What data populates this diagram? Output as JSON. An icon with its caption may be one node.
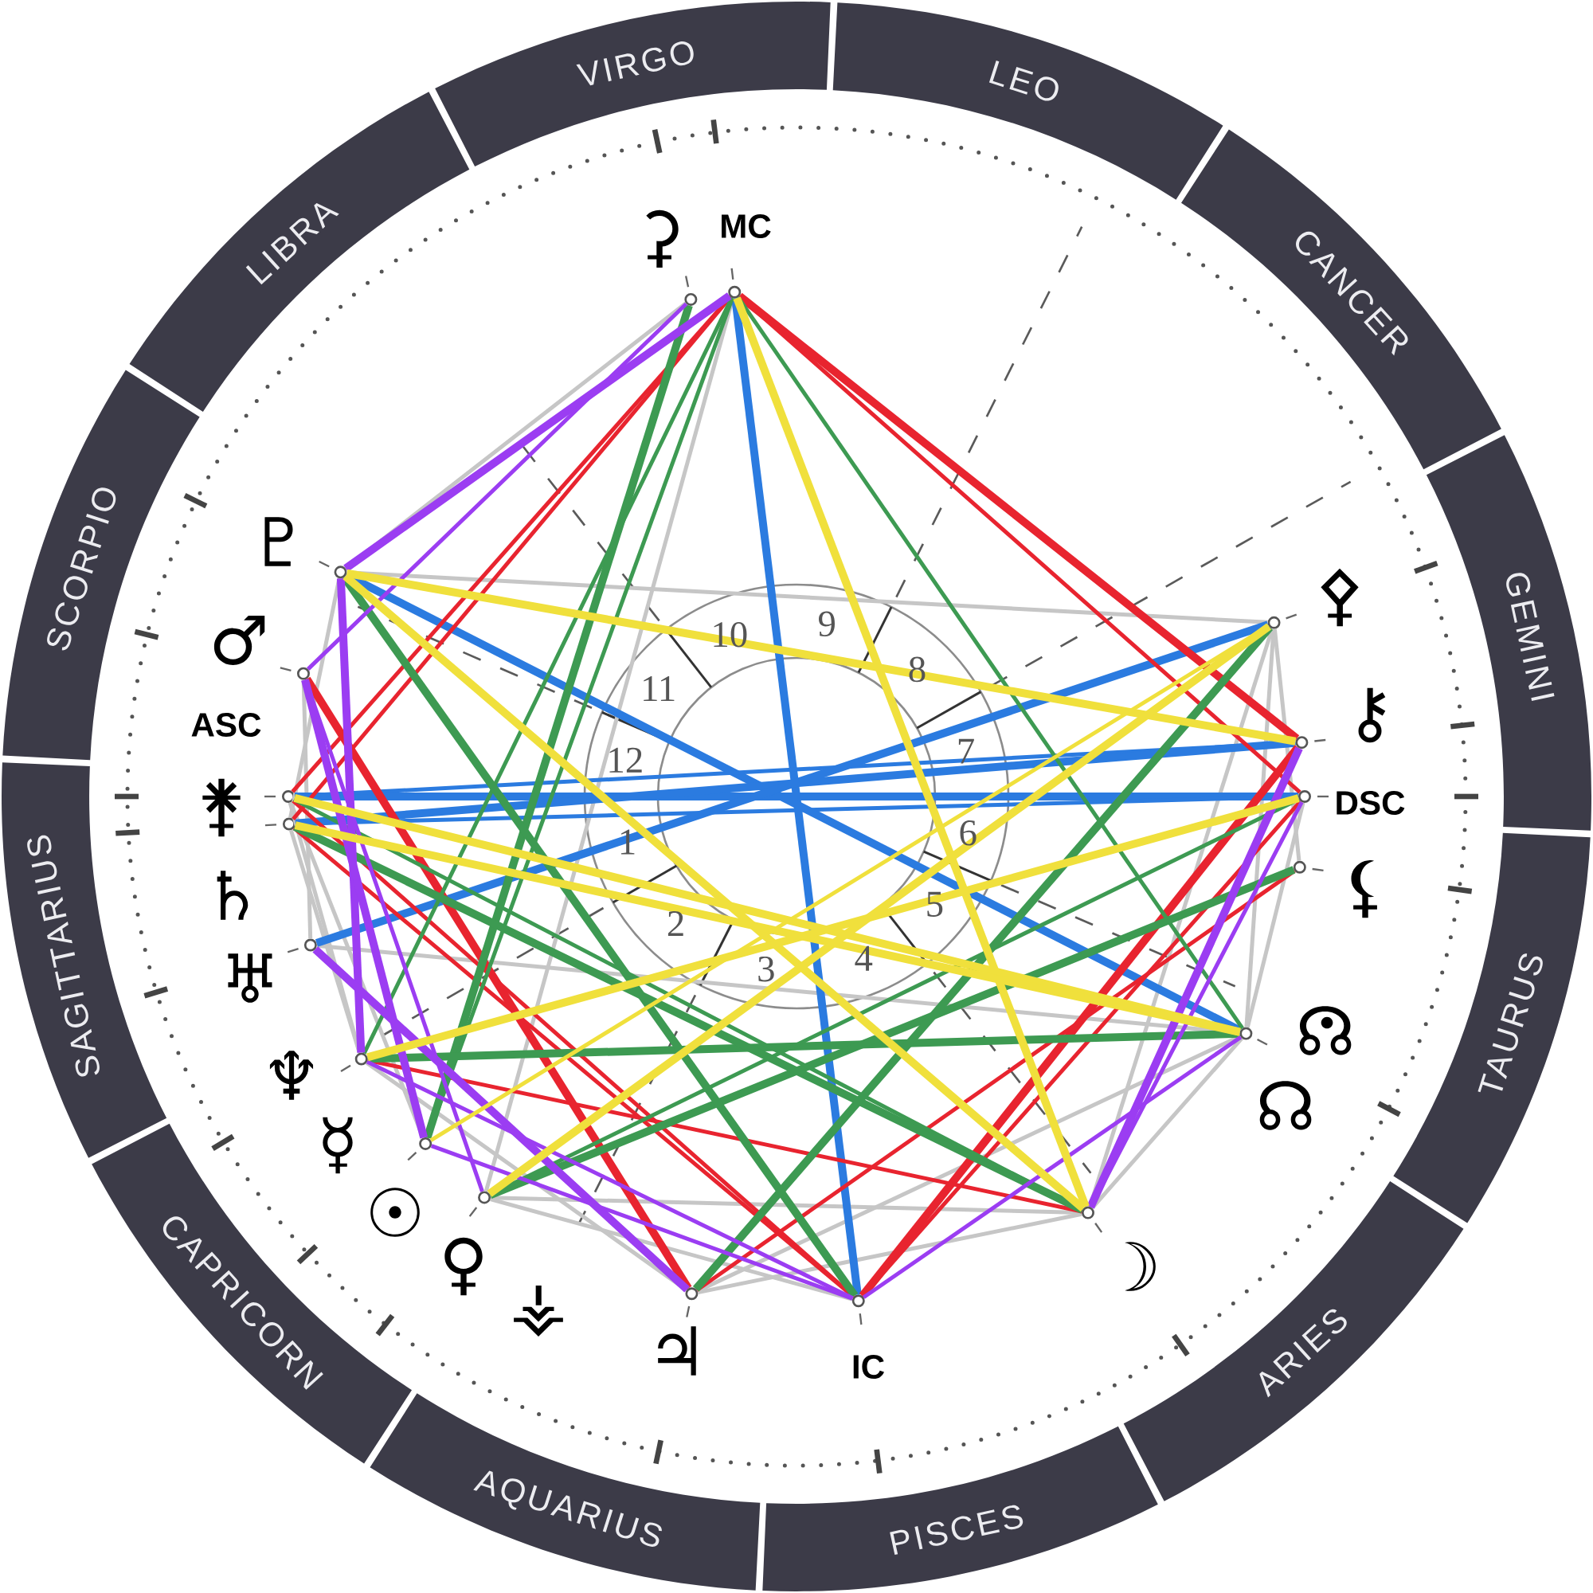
{
  "diagram": {
    "nodes": [
      {
        "text": [],
        "shape": "circle",
        "beside": [
          "⚳"
        ]
      },
      {
        "text": [],
        "shape": "circle",
        "beside": [
          "MC"
        ]
      },
      {
        "text": [],
        "shape": "circle",
        "beside": [
          "♇"
        ]
      },
      {
        "text": [],
        "shape": "circle",
        "beside": [
          "♂"
        ]
      },
      {
        "text": [],
        "shape": "circle",
        "beside": [
          "ASC",
          "⚵"
        ]
      },
      {
        "text": [],
        "shape": "circle",
        "beside": [
          "♄"
        ]
      },
      {
        "text": [],
        "shape": "circle",
        "beside": [
          "♅"
        ]
      },
      {
        "text": [],
        "shape": "circle",
        "beside": [
          "♆"
        ]
      },
      {
        "text": [],
        "shape": "circle",
        "beside": [
          "☿"
        ]
      },
      {
        "text": [],
        "shape": "circle",
        "beside": [
          "☉",
          "♀"
        ]
      },
      {
        "text": [],
        "shape": "circle",
        "beside": [
          "⚶",
          "♃"
        ]
      },
      {
        "text": [],
        "shape": "circle",
        "beside": [
          "IC"
        ]
      },
      {
        "text": [],
        "shape": "circle",
        "beside": [
          "☽"
        ]
      },
      {
        "text": [],
        "shape": "circle",
        "beside": [
          "☊",
          "☊"
        ]
      },
      {
        "text": [],
        "shape": "circle",
        "beside": [
          "⚸"
        ]
      },
      {
        "text": [],
        "shape": "circle",
        "beside": [
          "DSC"
        ]
      },
      {
        "text": [],
        "shape": "circle",
        "beside": [
          "⚷"
        ]
      },
      {
        "text": [],
        "shape": "circle",
        "beside": [
          "⚴"
        ]
      }
    ],
    "edges": [
      {
        "from": 0,
        "to": 2,
        "arrow": "none"
      },
      {
        "from": 1,
        "to": 9,
        "arrow": "none"
      },
      {
        "from": 2,
        "to": 17,
        "arrow": "none"
      },
      {
        "from": 9,
        "to": 12,
        "arrow": "none"
      },
      {
        "from": 2,
        "to": 5,
        "arrow": "none"
      },
      {
        "from": 3,
        "to": 6,
        "arrow": "none"
      },
      {
        "from": 4,
        "to": 7,
        "arrow": "none"
      },
      {
        "from": 5,
        "to": 7,
        "arrow": "none"
      },
      {
        "from": 4,
        "to": 8,
        "arrow": "none"
      },
      {
        "from": 9,
        "to": 11,
        "arrow": "none"
      },
      {
        "from": 10,
        "to": 12,
        "arrow": "none"
      },
      {
        "from": 12,
        "to": 13,
        "arrow": "none"
      },
      {
        "from": 13,
        "to": 15,
        "arrow": "none"
      },
      {
        "from": 14,
        "to": 17,
        "arrow": "none"
      },
      {
        "from": 13,
        "to": 17,
        "arrow": "none"
      },
      {
        "from": 12,
        "to": 17,
        "arrow": "none"
      },
      {
        "from": 6,
        "to": 13,
        "arrow": "none"
      },
      {
        "from": 10,
        "to": 13,
        "arrow": "none"
      },
      {
        "from": 7,
        "to": 10,
        "arrow": "none"
      },
      {
        "from": 1,
        "to": 11,
        "arrow": "none",
        "style": "thick",
        "color": "#2b7be0"
      },
      {
        "from": 2,
        "to": 13,
        "arrow": "none",
        "style": "thick",
        "color": "#2b7be0"
      },
      {
        "from": 4,
        "to": 15,
        "arrow": "none",
        "style": "thick",
        "color": "#2b7be0"
      },
      {
        "from": 4,
        "to": 16,
        "arrow": "none",
        "color": "#2b7be0"
      },
      {
        "from": 5,
        "to": 16,
        "arrow": "none",
        "style": "thick",
        "color": "#2b7be0"
      },
      {
        "from": 5,
        "to": 15,
        "arrow": "none",
        "color": "#2b7be0"
      },
      {
        "from": 6,
        "to": 17,
        "arrow": "none",
        "style": "thick",
        "color": "#2b7be0"
      },
      {
        "from": 1,
        "to": 16,
        "arrow": "none",
        "style": "thick",
        "color": "#e8242f"
      },
      {
        "from": 1,
        "to": 15,
        "arrow": "none",
        "color": "#e8242f"
      },
      {
        "from": 1,
        "to": 4,
        "arrow": "none",
        "color": "#e8242f"
      },
      {
        "from": 1,
        "to": 5,
        "arrow": "none",
        "color": "#e8242f"
      },
      {
        "from": 3,
        "to": 10,
        "arrow": "none",
        "style": "thick",
        "color": "#e8242f"
      },
      {
        "from": 11,
        "to": 16,
        "arrow": "none",
        "style": "thick",
        "color": "#e8242f"
      },
      {
        "from": 11,
        "to": 15,
        "arrow": "none",
        "color": "#e8242f"
      },
      {
        "from": 4,
        "to": 11,
        "arrow": "none",
        "color": "#e8242f"
      },
      {
        "from": 5,
        "to": 11,
        "arrow": "none",
        "color": "#e8242f"
      },
      {
        "from": 7,
        "to": 12,
        "arrow": "none",
        "color": "#e8242f"
      },
      {
        "from": 10,
        "to": 14,
        "arrow": "none",
        "color": "#e8242f"
      },
      {
        "from": 0,
        "to": 8,
        "arrow": "none",
        "style": "thick",
        "color": "#3d9a52"
      },
      {
        "from": 1,
        "to": 7,
        "arrow": "none",
        "color": "#3d9a52"
      },
      {
        "from": 1,
        "to": 8,
        "arrow": "none",
        "color": "#3d9a52"
      },
      {
        "from": 1,
        "to": 13,
        "arrow": "none",
        "color": "#3d9a52"
      },
      {
        "from": 7,
        "to": 13,
        "arrow": "none",
        "style": "thick",
        "color": "#3d9a52"
      },
      {
        "from": 9,
        "to": 14,
        "arrow": "none",
        "style": "thick",
        "color": "#3d9a52"
      },
      {
        "from": 9,
        "to": 15,
        "arrow": "none",
        "color": "#3d9a52"
      },
      {
        "from": 2,
        "to": 11,
        "arrow": "none",
        "style": "thick",
        "color": "#3d9a52"
      },
      {
        "from": 5,
        "to": 12,
        "arrow": "none",
        "style": "thick",
        "color": "#3d9a52"
      },
      {
        "from": 4,
        "to": 12,
        "arrow": "none",
        "color": "#3d9a52"
      },
      {
        "from": 10,
        "to": 17,
        "arrow": "none",
        "style": "thick",
        "color": "#3d9a52"
      },
      {
        "from": 1,
        "to": 2,
        "arrow": "none",
        "style": "thick",
        "color": "#9b3df2"
      },
      {
        "from": 0,
        "to": 3,
        "arrow": "none",
        "color": "#9b3df2"
      },
      {
        "from": 2,
        "to": 7,
        "arrow": "none",
        "style": "thick",
        "color": "#9b3df2"
      },
      {
        "from": 3,
        "to": 8,
        "arrow": "none",
        "style": "thick",
        "color": "#9b3df2"
      },
      {
        "from": 3,
        "to": 9,
        "arrow": "none",
        "color": "#9b3df2"
      },
      {
        "from": 6,
        "to": 10,
        "arrow": "none",
        "style": "thick",
        "color": "#9b3df2"
      },
      {
        "from": 7,
        "to": 11,
        "arrow": "none",
        "color": "#9b3df2"
      },
      {
        "from": 8,
        "to": 11,
        "arrow": "none",
        "color": "#9b3df2"
      },
      {
        "from": 11,
        "to": 13,
        "arrow": "none",
        "color": "#9b3df2"
      },
      {
        "from": 12,
        "to": 16,
        "arrow": "none",
        "style": "thick",
        "color": "#9b3df2"
      },
      {
        "from": 12,
        "to": 15,
        "arrow": "none",
        "color": "#9b3df2"
      },
      {
        "from": 1,
        "to": 12,
        "arrow": "none",
        "style": "thick",
        "color": "#f0e03c"
      },
      {
        "from": 2,
        "to": 12,
        "arrow": "none",
        "style": "thick",
        "color": "#f0e03c"
      },
      {
        "from": 2,
        "to": 16,
        "arrow": "none",
        "style": "thick",
        "color": "#f0e03c"
      },
      {
        "from": 4,
        "to": 13,
        "arrow": "none",
        "style": "thick",
        "color": "#f0e03c"
      },
      {
        "from": 5,
        "to": 13,
        "arrow": "none",
        "style": "thick",
        "color": "#f0e03c"
      },
      {
        "from": 7,
        "to": 15,
        "arrow": "none",
        "style": "thick",
        "color": "#f0e03c"
      },
      {
        "from": 9,
        "to": 17,
        "arrow": "none",
        "style": "thick",
        "color": "#f0e03c"
      },
      {
        "from": 8,
        "to": 17,
        "arrow": "none",
        "color": "#f0e03c"
      }
    ],
    "labels": [
      "VIRGO",
      "LEO",
      "LIBRA",
      "CANCER",
      "SCORPIO",
      "10",
      "9",
      "GEMINI",
      "8",
      "11",
      "7",
      "12",
      "1",
      "6",
      "5",
      "2",
      "3",
      "4",
      "SAGITTARIUS",
      "TAURUS",
      "CAPRICORN",
      "ARIES",
      "AQUARIUS",
      "PISCES"
    ]
  }
}
